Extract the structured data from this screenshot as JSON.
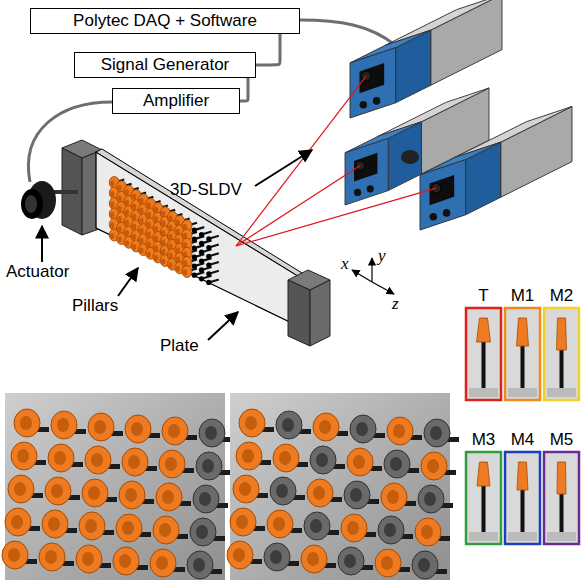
{
  "diagram": {
    "nodes": [
      {
        "text": [
          "Polytec DAQ + Software"
        ]
      },
      {
        "text": [
          "Signal Generator"
        ]
      },
      {
        "text": [
          "Amplifier"
        ]
      }
    ],
    "edges": [
      {
        "from": 1,
        "to": 0,
        "arrow": "none"
      },
      {
        "from": 2,
        "to": 1,
        "arrow": "none"
      }
    ],
    "labels": [
      "3D-SLDV",
      "Actuator",
      "Pillars",
      "Plate",
      "x",
      "y",
      "z",
      "T",
      "M1",
      "M2",
      "M3",
      "M4",
      "M5"
    ]
  }
}
